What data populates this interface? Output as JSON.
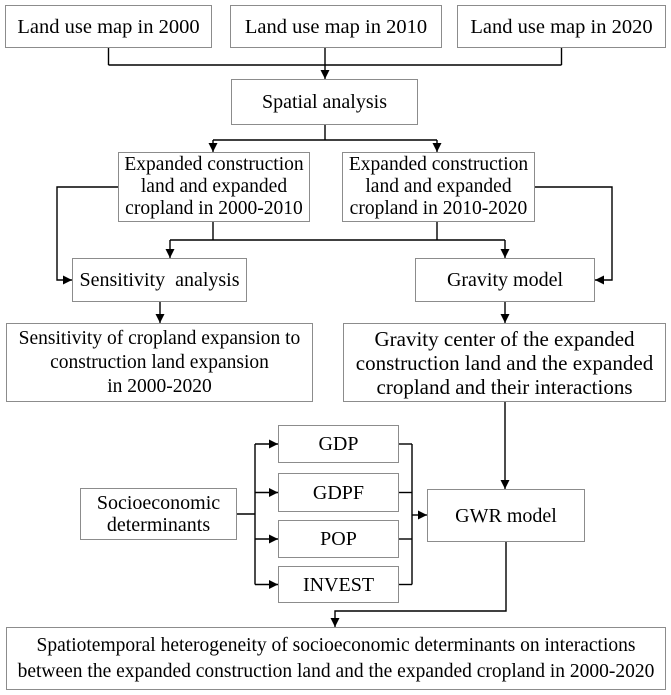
{
  "diagram": {
    "inputs": {
      "map_2000": "Land use map in 2000",
      "map_2010": "Land use map in 2010",
      "map_2020": "Land use map in 2020"
    },
    "spatial_analysis": "Spatial analysis",
    "expanded_2000_2010": [
      "Expanded construction",
      "land and expanded",
      "cropland in 2000-2010"
    ],
    "expanded_2010_2020": [
      "Expanded construction",
      "land and expanded",
      "cropland in 2010-2020"
    ],
    "sensitivity_analysis": "Sensitivity  analysis",
    "gravity_model": "Gravity model",
    "sensitivity_result": [
      "Sensitivity of cropland expansion to",
      "construction land expansion",
      "in 2000-2020"
    ],
    "gravity_result": [
      "Gravity center of the expanded",
      "construction land and the expanded",
      "cropland and their interactions"
    ],
    "socioeconomic_determinants": [
      "Socioeconomic",
      "determinants"
    ],
    "determinants": [
      "GDP",
      "GDPF",
      "POP",
      "INVEST"
    ],
    "gwr_model": "GWR model",
    "conclusion": [
      "Spatiotemporal heterogeneity of socioeconomic determinants on interactions",
      "between the expanded construction land and the expanded cropland in 2000-2020"
    ]
  },
  "colors": {
    "background": "#ffffff",
    "box_border": "#8c8c8c",
    "connector": "#000000",
    "text": "#000000"
  }
}
